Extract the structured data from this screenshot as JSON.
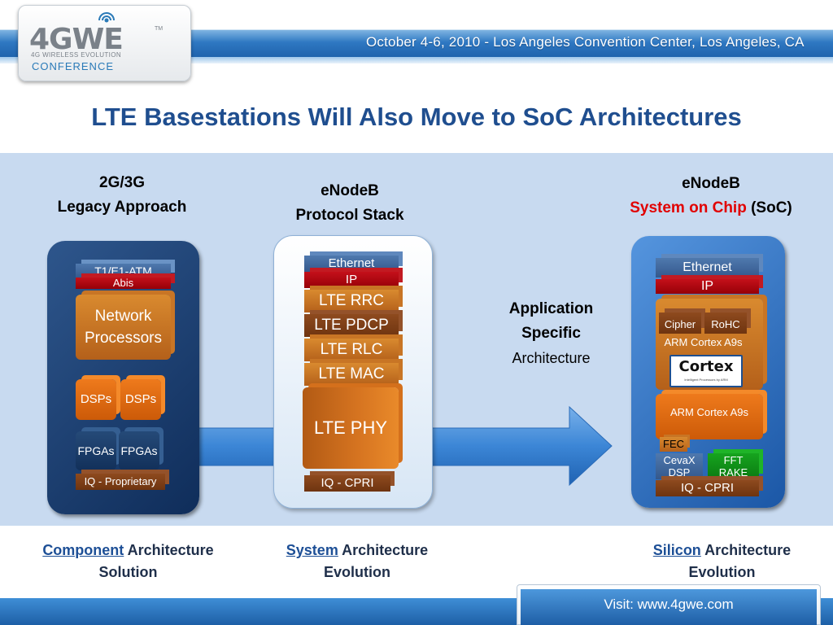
{
  "header": {
    "logo": {
      "main": "4GWE",
      "tm": "TM",
      "sub": "4G WIRELESS EVOLUTION",
      "conference": "CONFERENCE"
    },
    "event_text": "October 4-6, 2010 - Los Angeles Convention Center, Los Angeles, CA"
  },
  "title": "LTE Basestations Will Also Move to SoC Architectures",
  "columns": {
    "legacy": {
      "heading_line1": "2G/3G",
      "heading_line2": "Legacy Approach",
      "blocks": [
        "T1/E1-ATM",
        "Abis",
        "Network",
        "Processors",
        "DSPs",
        "DSPs",
        "FPGAs",
        "FPGAs",
        "IQ - Proprietary"
      ]
    },
    "stack": {
      "heading_line1": "eNodeB",
      "heading_line2": "Protocol Stack",
      "blocks": [
        "Ethernet",
        "IP",
        "LTE RRC",
        "LTE PDCP",
        "LTE RLC",
        "LTE MAC",
        "LTE PHY",
        "IQ - CPRI"
      ]
    },
    "soc": {
      "heading_line1": "eNodeB",
      "heading_line2_red": "System on Chip",
      "heading_line2_rest": " (SoC)",
      "blocks": [
        "Ethernet",
        "IP",
        "Cipher",
        "RoHC",
        "ARM Cortex A9s",
        "Cortex",
        "Intelligent Processors by ARM",
        "ARM Cortex A9s",
        "FEC",
        "CevaX",
        "DSP",
        "FFT",
        "RAKE",
        "IQ - CPRI"
      ]
    }
  },
  "middle_label": {
    "line1": "Application",
    "line2": "Specific",
    "line3": "Architecture"
  },
  "bottom": {
    "left": {
      "underlined": "Component",
      "rest": " Architecture",
      "line2": "Solution"
    },
    "center": {
      "underlined": "System",
      "rest": " Architecture",
      "line2": "Evolution"
    },
    "right": {
      "underlined": "Silicon",
      "rest": " Architecture",
      "line2": "Evolution"
    }
  },
  "footer": {
    "visit": "Visit: www.4gwe.com"
  },
  "colors": {
    "title": "#1f4e8f",
    "accent_red": "#e10000",
    "panel_bg": "#c8daf0",
    "header_blue": "#2f78c2"
  }
}
